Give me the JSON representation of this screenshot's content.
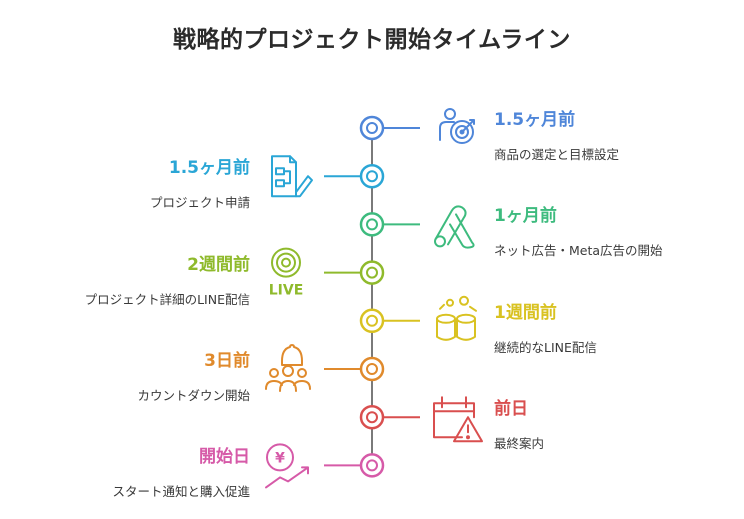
{
  "title": "戦略的プロジェクト開始タイムライン",
  "events": [
    {
      "when": "1.5ヶ月前",
      "what": "商品の選定と目標設定",
      "side": "right",
      "color": "#4f86d9",
      "icon": "person-target-icon"
    },
    {
      "when": "1.5ヶ月前",
      "what": "プロジェクト申請",
      "side": "left",
      "color": "#2aa6d6",
      "icon": "document-edit-icon"
    },
    {
      "when": "1ヶ月前",
      "what": "ネット広告・Meta広告の開始",
      "side": "right",
      "color": "#3dbb7e",
      "icon": "ads-logo-icon"
    },
    {
      "when": "2週間前",
      "what": "プロジェクト詳細のLINE配信",
      "side": "left",
      "color": "#8fba2c",
      "icon": "live-broadcast-icon"
    },
    {
      "when": "1週間前",
      "what": "継続的なLINE配信",
      "side": "right",
      "color": "#d9c221",
      "icon": "cylinders-icon"
    },
    {
      "when": "3日前",
      "what": "カウントダウン開始",
      "side": "left",
      "color": "#e08a2c",
      "icon": "bell-people-icon"
    },
    {
      "when": "前日",
      "what": "最終案内",
      "side": "right",
      "color": "#d94f4f",
      "icon": "calendar-warning-icon"
    },
    {
      "when": "開始日",
      "what": "スタート通知と購入促進",
      "side": "left",
      "color": "#d65aa8",
      "icon": "yen-growth-icon"
    }
  ],
  "icon_texts": {
    "live": "LIVE",
    "yen": "¥"
  }
}
